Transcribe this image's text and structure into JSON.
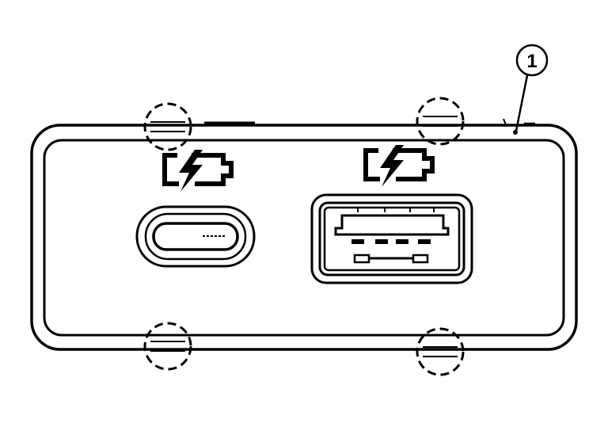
{
  "diagram": {
    "callouts": [
      {
        "label": "1",
        "target": "usb-module-housing"
      }
    ],
    "ports": [
      {
        "name": "usb-type-c-port",
        "icon": "battery-charging-icon"
      },
      {
        "name": "usb-type-a-port",
        "icon": "battery-charging-icon"
      }
    ],
    "clip_markers": 4,
    "colors": {
      "ink": "#000000",
      "background": "#ffffff"
    }
  }
}
